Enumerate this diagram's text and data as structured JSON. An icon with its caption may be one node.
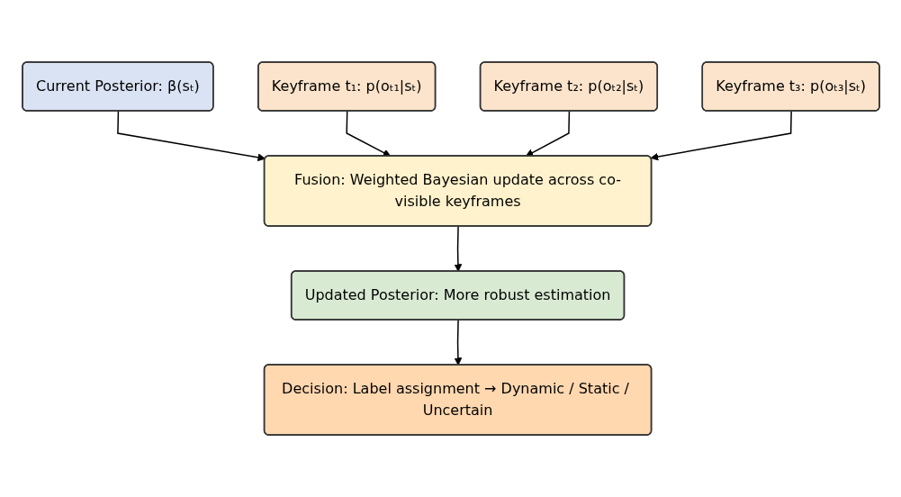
{
  "diagram": {
    "nodes": [
      {
        "text": [
          "Current Posterior: β(sₜ)"
        ]
      },
      {
        "text": [
          "Keyframe t₁: p(oₜ₁|sₜ)"
        ]
      },
      {
        "text": [
          "Keyframe t₂: p(oₜ₂|sₜ)"
        ]
      },
      {
        "text": [
          "Keyframe t₃: p(oₜ₃|sₜ)"
        ]
      },
      {
        "text": [
          "Fusion: Weighted Bayesian update across co-visible keyframes"
        ]
      },
      {
        "text": [
          "Updated Posterior: More robust estimation"
        ]
      },
      {
        "text": [
          "Decision: Label assignment → Dynamic / Static / Uncertain"
        ]
      }
    ],
    "edges": [
      {
        "from": 0,
        "to": 4,
        "arrow": "to"
      },
      {
        "from": 1,
        "to": 4,
        "arrow": "to"
      },
      {
        "from": 2,
        "to": 4,
        "arrow": "to"
      },
      {
        "from": 3,
        "to": 4,
        "arrow": "to"
      },
      {
        "from": 4,
        "to": 5,
        "arrow": "to"
      },
      {
        "from": 5,
        "to": 6,
        "arrow": "to"
      }
    ]
  }
}
